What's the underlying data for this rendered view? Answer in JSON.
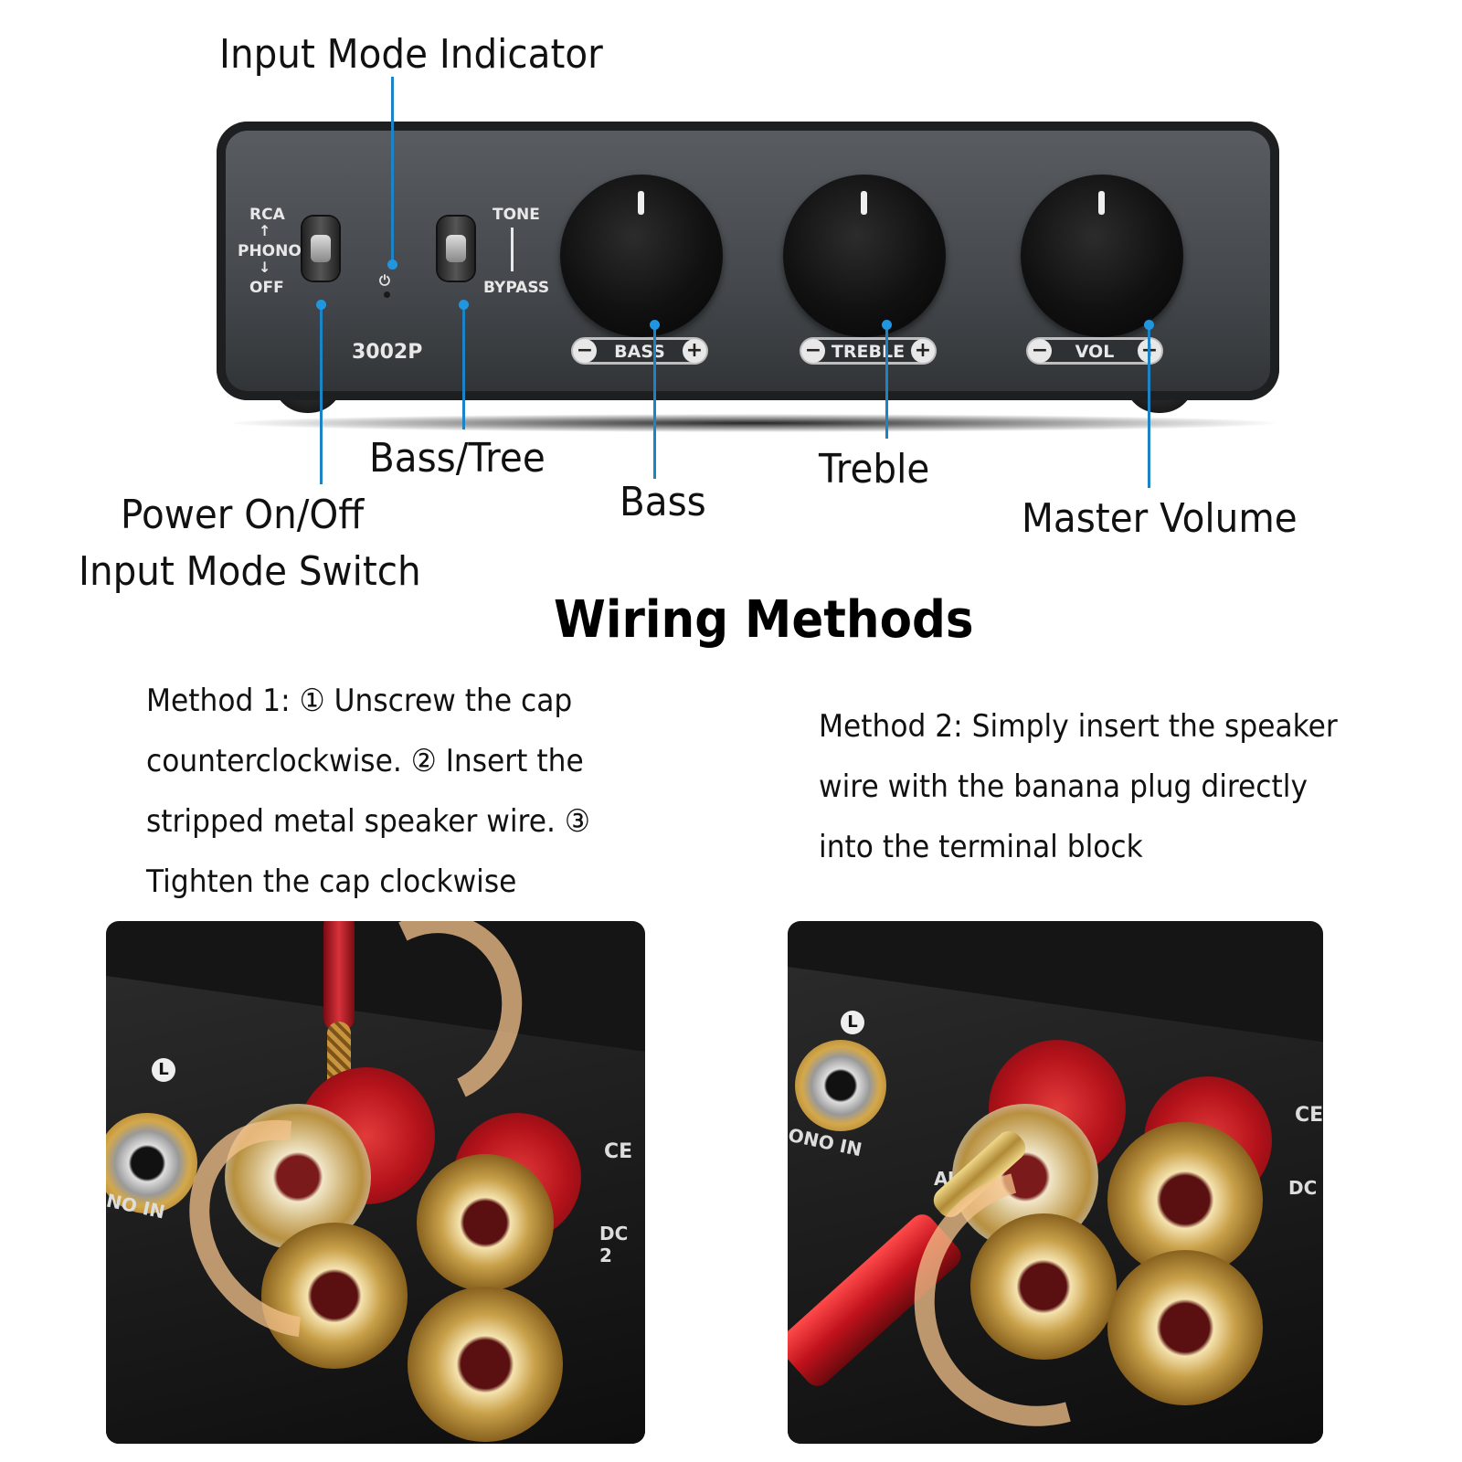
{
  "callouts": {
    "input_mode_indicator": "Input Mode Indicator",
    "bass_tree": "Bass/Tree",
    "power_onoff": "Power On/Off",
    "input_mode_switch": "Input Mode Switch",
    "bass": "Bass",
    "treble": "Treble",
    "master_volume": "Master Volume"
  },
  "device": {
    "model": "3002P",
    "switch_left": {
      "top": "RCA",
      "middle": "PHONO",
      "bottom": "OFF"
    },
    "switch_right": {
      "top": "TONE",
      "bottom": "BYPASS"
    },
    "knobs": [
      {
        "label": "BASS",
        "minus": "−",
        "plus": "+"
      },
      {
        "label": "TREBLE",
        "minus": "−",
        "plus": "+"
      },
      {
        "label": "VOL",
        "minus": "−",
        "plus": "+"
      }
    ],
    "power_symbol": "⏻"
  },
  "wiring": {
    "title": "Wiring Methods",
    "method1_lines": [
      "Method 1: ① Unscrew the cap",
      "counterclockwise. ② Insert the",
      "stripped metal speaker wire. ③",
      "Tighten the cap clockwise"
    ],
    "method2_lines": [
      "Method 2: Simply insert the speaker",
      "wire with the banana plug directly",
      "into the terminal block"
    ]
  },
  "photo_marks": {
    "left_side_text": "NO IN",
    "left_ce": "CE",
    "left_dc": "DC 2",
    "left_l": "L",
    "right_side_text": "ONO IN",
    "right_ce": "CE",
    "right_dc": "DC",
    "right_l": "L",
    "right_au": "AU"
  },
  "colors": {
    "callout_line": "#1c84c6",
    "device_body": "#484c50",
    "terminal_red": "#b4121a",
    "arrow": "#f5c38c"
  }
}
